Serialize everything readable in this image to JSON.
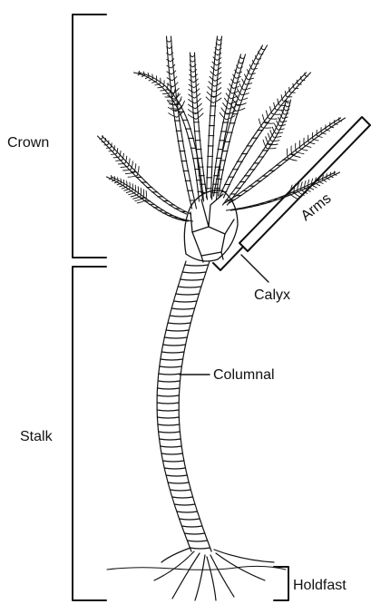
{
  "labels": {
    "crown": "Crown",
    "arms": "Arms",
    "calyx": "Calyx",
    "columnal": "Columnal",
    "stalk": "Stalk",
    "holdfast": "Holdfast"
  },
  "colors": {
    "ink": "#111111",
    "background": "#ffffff"
  }
}
